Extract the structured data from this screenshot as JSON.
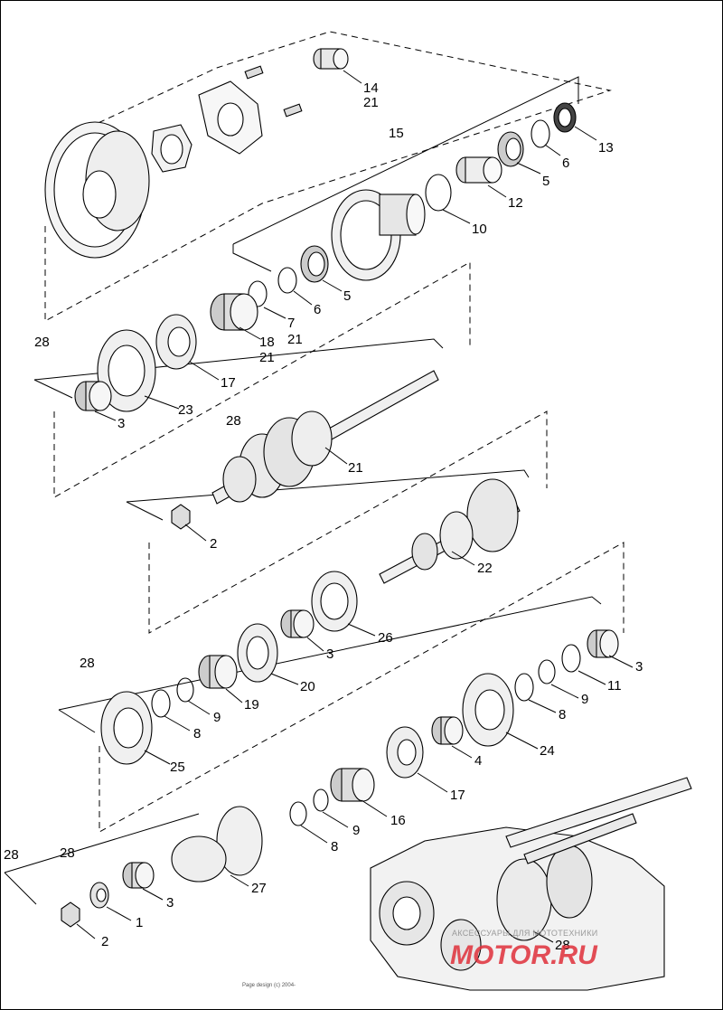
{
  "diagram": {
    "callouts": [
      {
        "id": "c14",
        "text": "14"
      },
      {
        "id": "c14b",
        "text": "21"
      },
      {
        "id": "c15",
        "text": "15"
      },
      {
        "id": "c13",
        "text": "13"
      },
      {
        "id": "c6a",
        "text": "6"
      },
      {
        "id": "c5a",
        "text": "5"
      },
      {
        "id": "c12",
        "text": "12"
      },
      {
        "id": "c10",
        "text": "10"
      },
      {
        "id": "c5b",
        "text": "5"
      },
      {
        "id": "c6b",
        "text": "6"
      },
      {
        "id": "c7",
        "text": "7"
      },
      {
        "id": "c7b",
        "text": "21"
      },
      {
        "id": "c18",
        "text": "18"
      },
      {
        "id": "c18b",
        "text": "21"
      },
      {
        "id": "c28a",
        "text": "28"
      },
      {
        "id": "c17a",
        "text": "17"
      },
      {
        "id": "c23",
        "text": "23"
      },
      {
        "id": "c3a",
        "text": "3"
      },
      {
        "id": "c28b",
        "text": "28"
      },
      {
        "id": "c21",
        "text": "21"
      },
      {
        "id": "c2a",
        "text": "2"
      },
      {
        "id": "c22",
        "text": "22"
      },
      {
        "id": "c26",
        "text": "26"
      },
      {
        "id": "c3b",
        "text": "3"
      },
      {
        "id": "c28c",
        "text": "28"
      },
      {
        "id": "c20",
        "text": "20"
      },
      {
        "id": "c19",
        "text": "19"
      },
      {
        "id": "c9a",
        "text": "9"
      },
      {
        "id": "c8a",
        "text": "8"
      },
      {
        "id": "c25",
        "text": "25"
      },
      {
        "id": "c3c",
        "text": "3"
      },
      {
        "id": "c11",
        "text": "11"
      },
      {
        "id": "c9b",
        "text": "9"
      },
      {
        "id": "c8b",
        "text": "8"
      },
      {
        "id": "c24",
        "text": "24"
      },
      {
        "id": "c4",
        "text": "4"
      },
      {
        "id": "c17b",
        "text": "17"
      },
      {
        "id": "c16",
        "text": "16"
      },
      {
        "id": "c9c",
        "text": "9"
      },
      {
        "id": "c8c",
        "text": "8"
      },
      {
        "id": "c27",
        "text": "27"
      },
      {
        "id": "c28d",
        "text": "28"
      },
      {
        "id": "c28e",
        "text": "28"
      },
      {
        "id": "c3d",
        "text": "3"
      },
      {
        "id": "c1",
        "text": "1"
      },
      {
        "id": "c2b",
        "text": "2"
      },
      {
        "id": "c28f",
        "text": "28"
      }
    ]
  },
  "footer": {
    "copyright": "Page design (c) 2004-"
  },
  "watermark": {
    "tagline": "АКСЕССУАРЫ ДЛЯ МОТОТЕХНИКИ",
    "logo": "MOTOR.RU"
  },
  "colors": {
    "line": "#000000",
    "background": "#ffffff",
    "logo": "#e0303a"
  }
}
